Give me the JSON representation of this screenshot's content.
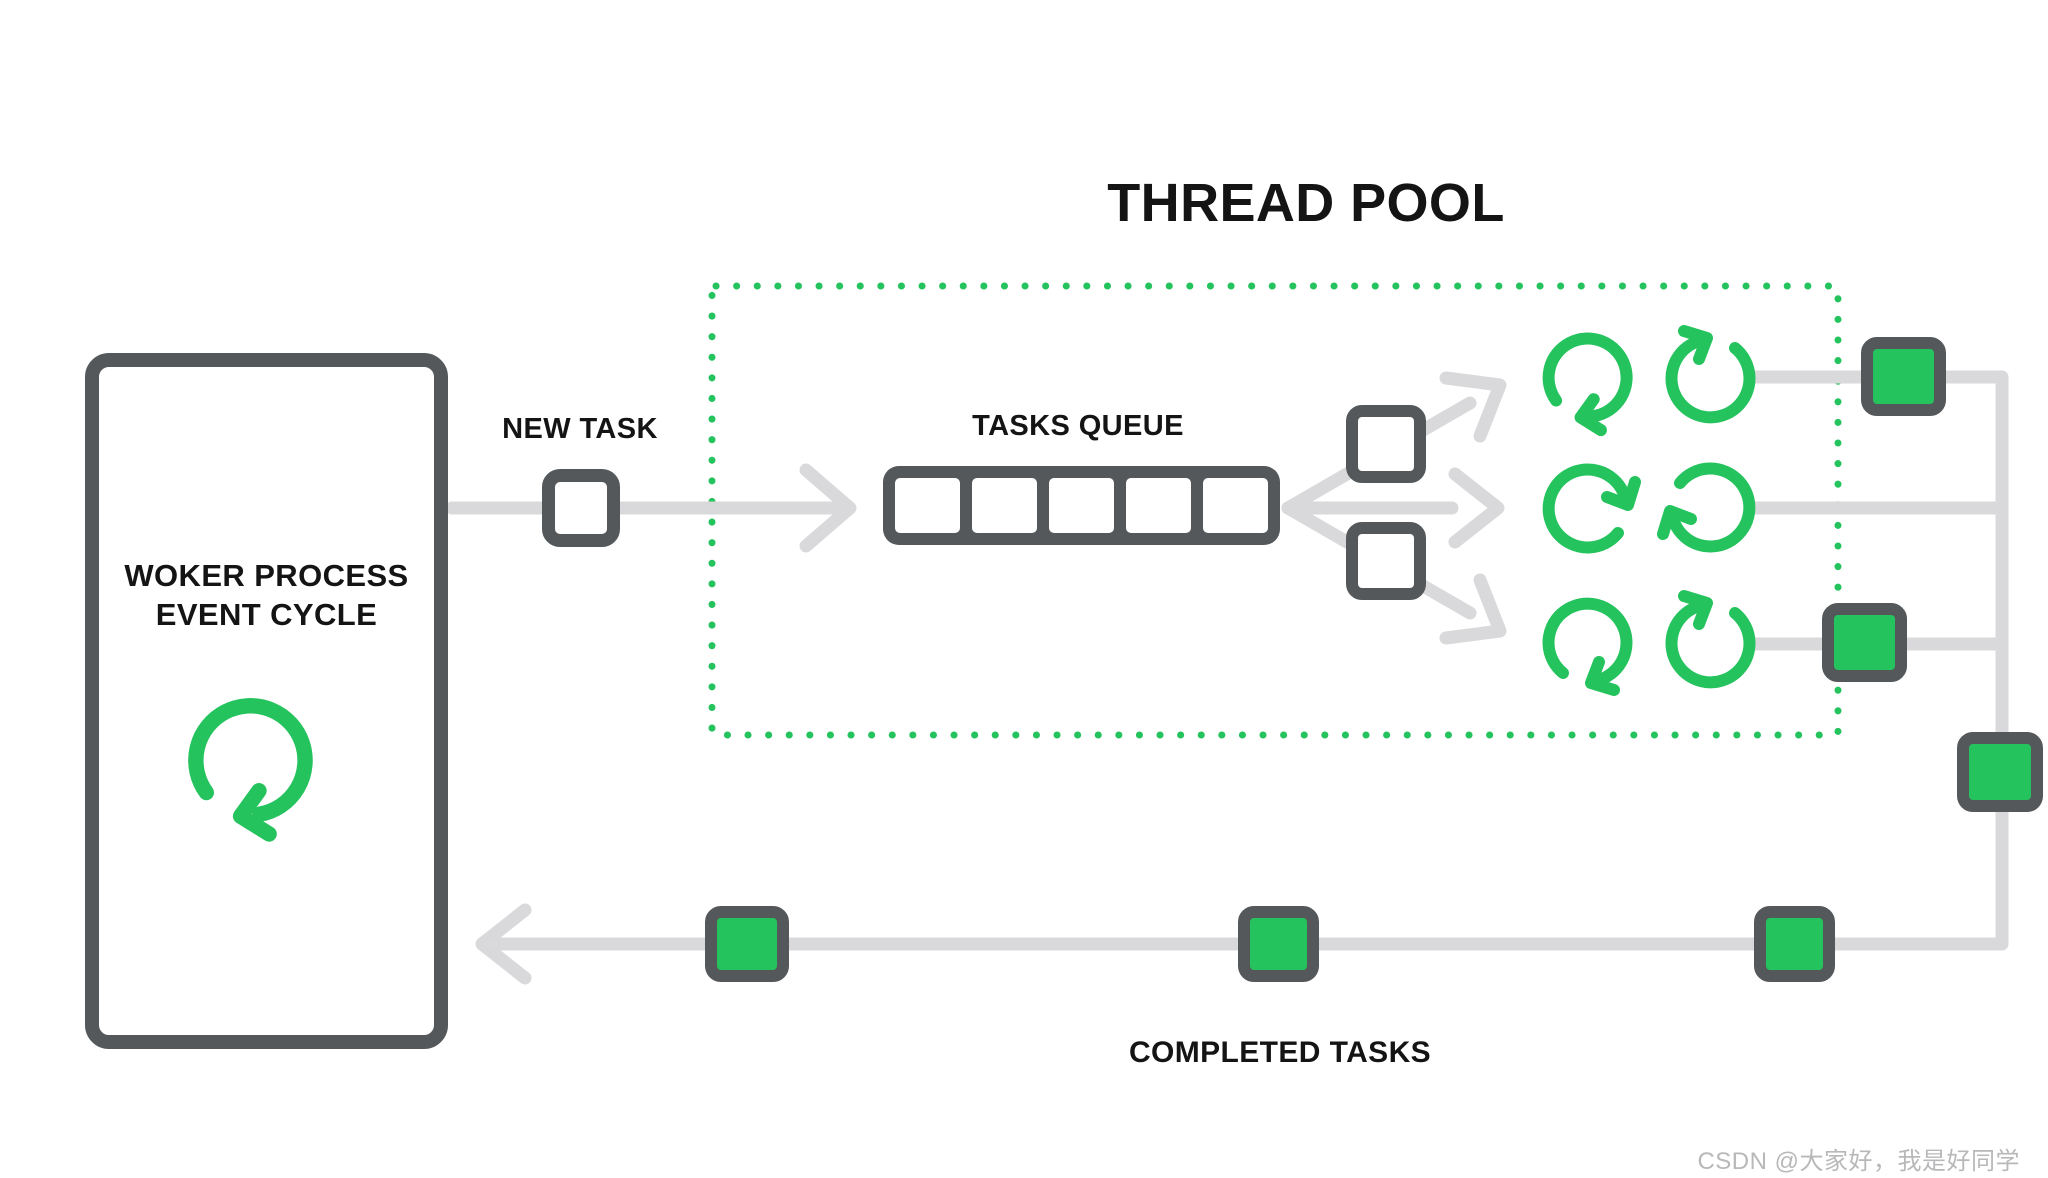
{
  "title": "THREAD POOL",
  "colors": {
    "green": "#25c35e",
    "dark": "#54585a",
    "line": "#d9d9db",
    "text": "#141414",
    "watermark": "#b8b8ba"
  },
  "worker_box": {
    "label_line1": "WOKER PROCESS",
    "label_line2": "EVENT CYCLE",
    "icon": "cycle-arrow-icon"
  },
  "flow_labels": {
    "new_task": "NEW TASK",
    "tasks_queue": "TASKS QUEUE",
    "completed_tasks": "COMPLETED TASKS"
  },
  "queue": {
    "cells": 5,
    "waiting_task_squares": 2
  },
  "thread_pool": {
    "thread_rows": 3,
    "threads_per_row": 2,
    "thread_icon": "cycle-arrow-icon"
  },
  "completed_task_squares": {
    "beside_threads": 2,
    "on_right_column": 1,
    "on_bottom_path": 3
  },
  "watermark": "CSDN @大家好，我是好同学"
}
